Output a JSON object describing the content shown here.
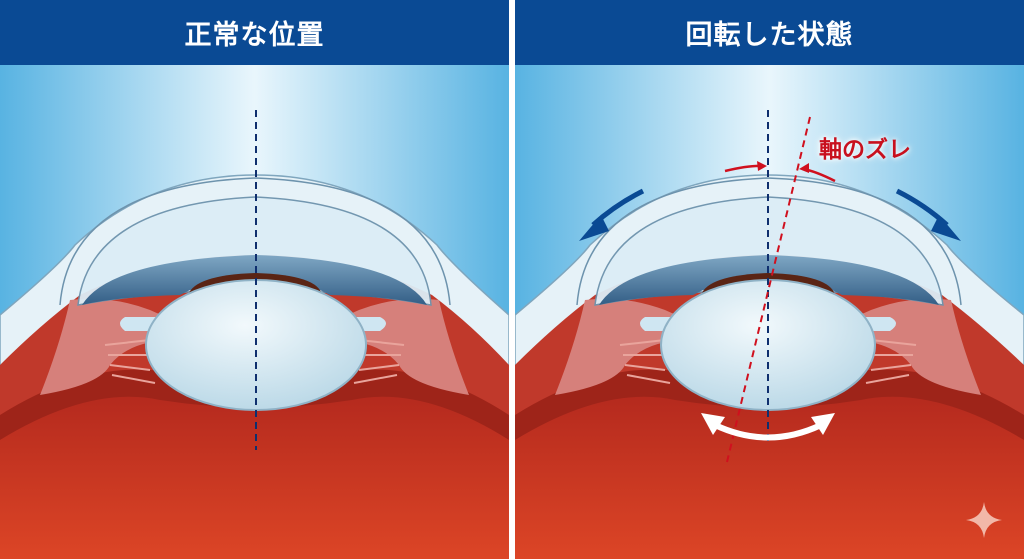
{
  "panels": {
    "left": {
      "title": "正常な位置",
      "state": "normal",
      "axis_lines": [
        {
          "type": "reference-axis",
          "color": "#0f2f6e",
          "angle_deg": 0
        }
      ]
    },
    "right": {
      "title": "回転した状態",
      "state": "rotated",
      "axis_label": "軸のズレ",
      "axis_lines": [
        {
          "type": "reference-axis",
          "color": "#0f2f6e",
          "angle_deg": 0
        },
        {
          "type": "rotated-axis",
          "color": "#d0101e",
          "angle_deg": 9
        }
      ],
      "arrows": [
        {
          "name": "rotation-arrow-left",
          "color": "#0a4a94",
          "direction": "counter-clockwise"
        },
        {
          "name": "rotation-arrow-right",
          "color": "#0a4a94",
          "direction": "clockwise"
        },
        {
          "name": "lens-rotation-arrow",
          "color": "#ffffff",
          "direction": "bidirectional"
        },
        {
          "name": "axis-deviation-arrows",
          "color": "#d0101e",
          "direction": "converging"
        }
      ]
    }
  },
  "colors": {
    "header_bg": "#0a4a94",
    "header_text": "#ffffff",
    "sky_light": "#e6f4fb",
    "sky_dark": "#5bb7e5",
    "sclera": "#e8f3f9",
    "cornea_line": "#6d93ad",
    "iris": "#3f6f96",
    "pupil": "#5a2414",
    "ciliary": "#d98a86",
    "choroid": "#a1261c",
    "vitreous": "#d33d23",
    "lens": "#cfe6f2",
    "axis_normal": "#0f2f6e",
    "axis_rotated": "#d0101e",
    "sparkle": "#f2b8a8"
  },
  "icons": {
    "watermark": "sparkle-icon"
  }
}
